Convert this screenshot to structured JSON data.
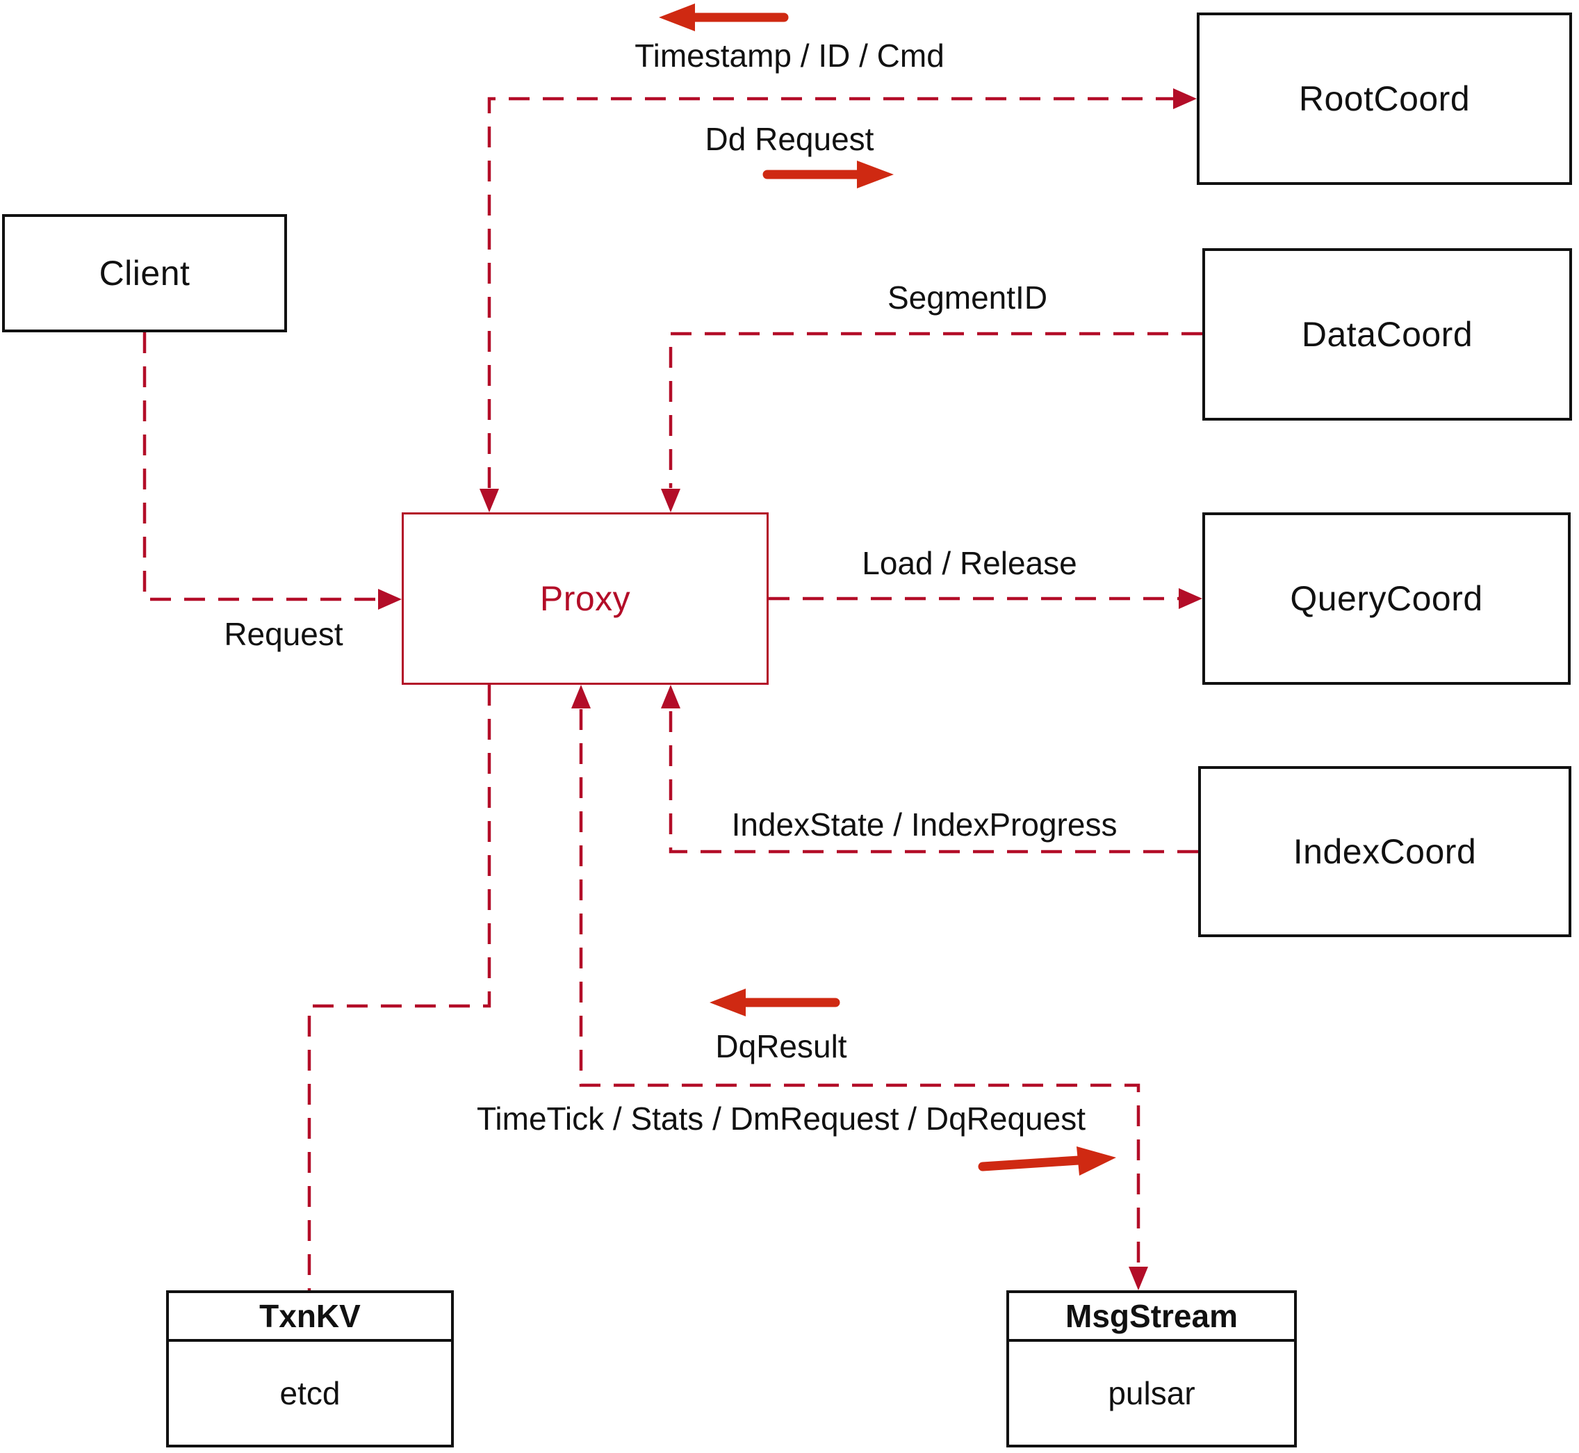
{
  "title": "Milvus Proxy interaction diagram",
  "colors": {
    "line": "#b30d28",
    "arrow": "#cf2912",
    "ink": "#111111",
    "bg": "#ffffff"
  },
  "nodes": {
    "client": {
      "label": "Client"
    },
    "proxy": {
      "label": "Proxy"
    },
    "root_coord": {
      "label": "RootCoord"
    },
    "data_coord": {
      "label": "DataCoord"
    },
    "query_coord": {
      "label": "QueryCoord"
    },
    "index_coord": {
      "label": "IndexCoord"
    },
    "txn_kv": {
      "title": "TxnKV",
      "impl": "etcd"
    },
    "msg_stream": {
      "title": "MsgStream",
      "impl": "pulsar"
    }
  },
  "edges": {
    "client_to_proxy": {
      "label": "Request"
    },
    "proxy_rootcoord": {
      "label_return": "Timestamp / ID / Cmd",
      "label_send": "Dd Request"
    },
    "datacoord_to_proxy": {
      "label": "SegmentID"
    },
    "proxy_to_querycoord": {
      "label": "Load / Release"
    },
    "indexcoord_to_proxy": {
      "label": "IndexState / IndexProgress"
    },
    "proxy_msgstream": {
      "label_return": "DqResult",
      "label_send": "TimeTick / Stats / DmRequest / DqRequest"
    }
  }
}
